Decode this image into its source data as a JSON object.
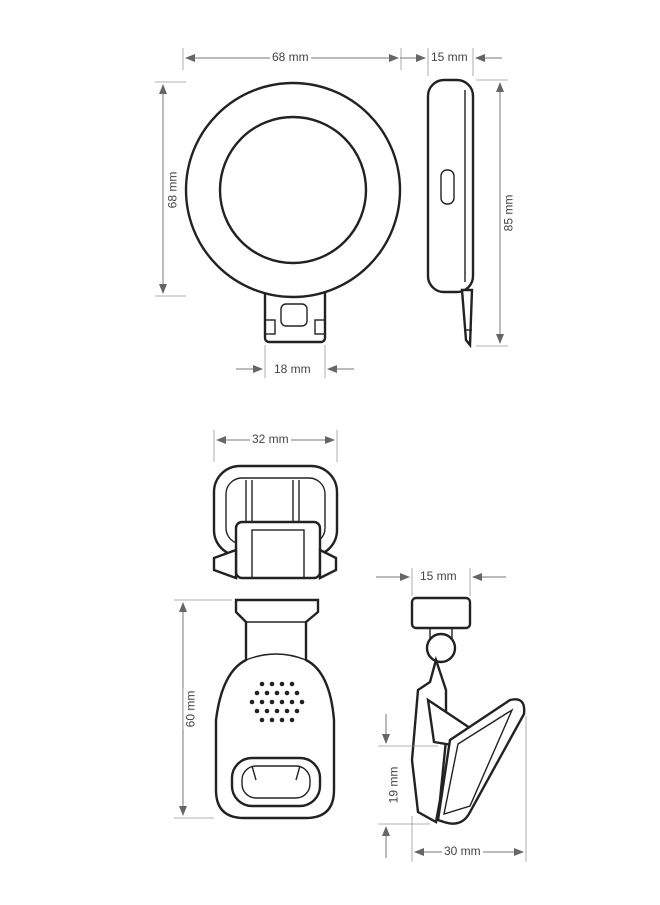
{
  "dimensions": {
    "front_width": "68 mm",
    "front_height": "68 mm",
    "side_depth_top": "15 mm",
    "side_height": "85 mm",
    "clip_width_small": "18 mm",
    "clip_width": "32 mm",
    "clip_length": "60 mm",
    "clip_side_depth": "15 mm",
    "clip_opening": "19 mm",
    "clip_base": "30 mm"
  }
}
